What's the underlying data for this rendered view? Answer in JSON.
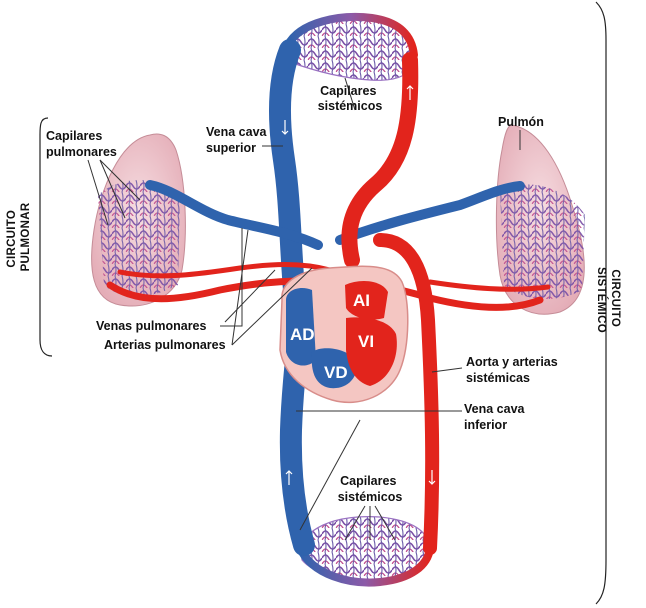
{
  "labels": {
    "capilares_sistemicos_top": [
      "Capilares",
      "sistémicos"
    ],
    "capilares_pulmonares": [
      "Capilares",
      "pulmonares"
    ],
    "vena_cava_superior": [
      "Vena cava",
      "superior"
    ],
    "pulmon": "Pulmón",
    "venas_pulmonares": "Venas pulmonares",
    "arterias_pulmonares": "Arterias pulmonares",
    "aorta": [
      "Aorta y arterias",
      "sistémicas"
    ],
    "vena_cava_inferior": [
      "Vena cava",
      "inferior"
    ],
    "capilares_sistemicos_bottom": [
      "Capilares",
      "sistémicos"
    ],
    "circuito_pulmonar": [
      "CIRCUITO",
      "PULMONAR"
    ],
    "circuito_sistemico": [
      "CIRCUITO",
      "SISTÉMICO"
    ]
  },
  "chambers": {
    "ad": "AD",
    "ai": "AI",
    "vi": "VI",
    "vd": "VD"
  },
  "colors": {
    "vein_blue": "#2f63ad",
    "artery_red": "#e2241c",
    "capillary_purple": "#8c6cb8",
    "lung_pink": "#eec5cc",
    "heart_wall": "#f4c6c2"
  }
}
